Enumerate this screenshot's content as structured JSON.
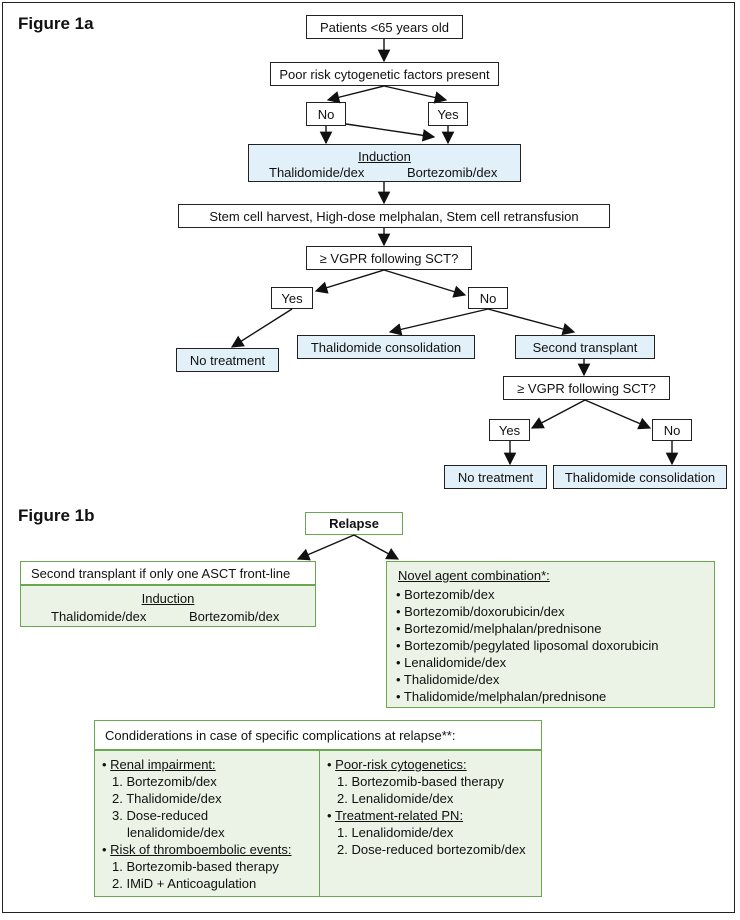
{
  "fig1a": {
    "label": "Figure 1a",
    "patients": "Patients <65 years old",
    "poor_risk": "Poor risk cytogenetic factors present",
    "no": "No",
    "yes": "Yes",
    "induction_title": "Induction",
    "induction_left": "Thalidomide/dex",
    "induction_right": "Bortezomib/dex",
    "stem_cell": "Stem cell harvest, High-dose melphalan, Stem cell retransfusion",
    "vgpr1": "≥ VGPR following SCT?",
    "yes2": "Yes",
    "no2": "No",
    "no_treatment1": "No treatment",
    "thal_consol1": "Thalidomide consolidation",
    "second_transplant": "Second transplant",
    "vgpr2": "≥ VGPR following SCT?",
    "yes3": "Yes",
    "no3": "No",
    "no_treatment2": "No treatment",
    "thal_consol2": "Thalidomide consolidation"
  },
  "fig1b": {
    "label": "Figure 1b",
    "relapse": "Relapse",
    "second_transplant_title": "Second transplant if only one ASCT front-line",
    "induction_title": "Induction",
    "induction_left": "Thalidomide/dex",
    "induction_right": "Bortezomib/dex",
    "novel_title": "Novel agent combination*:",
    "novel_items": [
      "• Bortezomib/dex",
      "• Bortezomib/doxorubicin/dex",
      "• Bortezomid/melphalan/prednisone",
      "• Bortezomib/pegylated liposomal doxorubicin",
      "• Lenalidomide/dex",
      "• Thalidomide/dex",
      "• Thalidomide/melphalan/prednisone"
    ],
    "considerations_title": "Condiderations in case of specific complications at relapse**:",
    "left_col": {
      "renal_title": "Renal impairment:",
      "renal_items": [
        "1. Bortezomib/dex",
        "2. Thalidomide/dex",
        "3. Dose-reduced",
        "lenalidomide/dex"
      ],
      "thrombo_title": "Risk of thromboembolic events:",
      "thrombo_items": [
        "1. Bortezomib-based therapy",
        "2. IMiD + Anticoagulation"
      ]
    },
    "right_col": {
      "poor_title": "Poor-risk cytogenetics:",
      "poor_items": [
        "1. Bortezomib-based therapy",
        "2. Lenalidomide/dex"
      ],
      "pn_title": "Treatment-related PN:",
      "pn_items": [
        "1. Lenalidomide/dex",
        "2. Dose-reduced bortezomib/dex"
      ]
    }
  }
}
